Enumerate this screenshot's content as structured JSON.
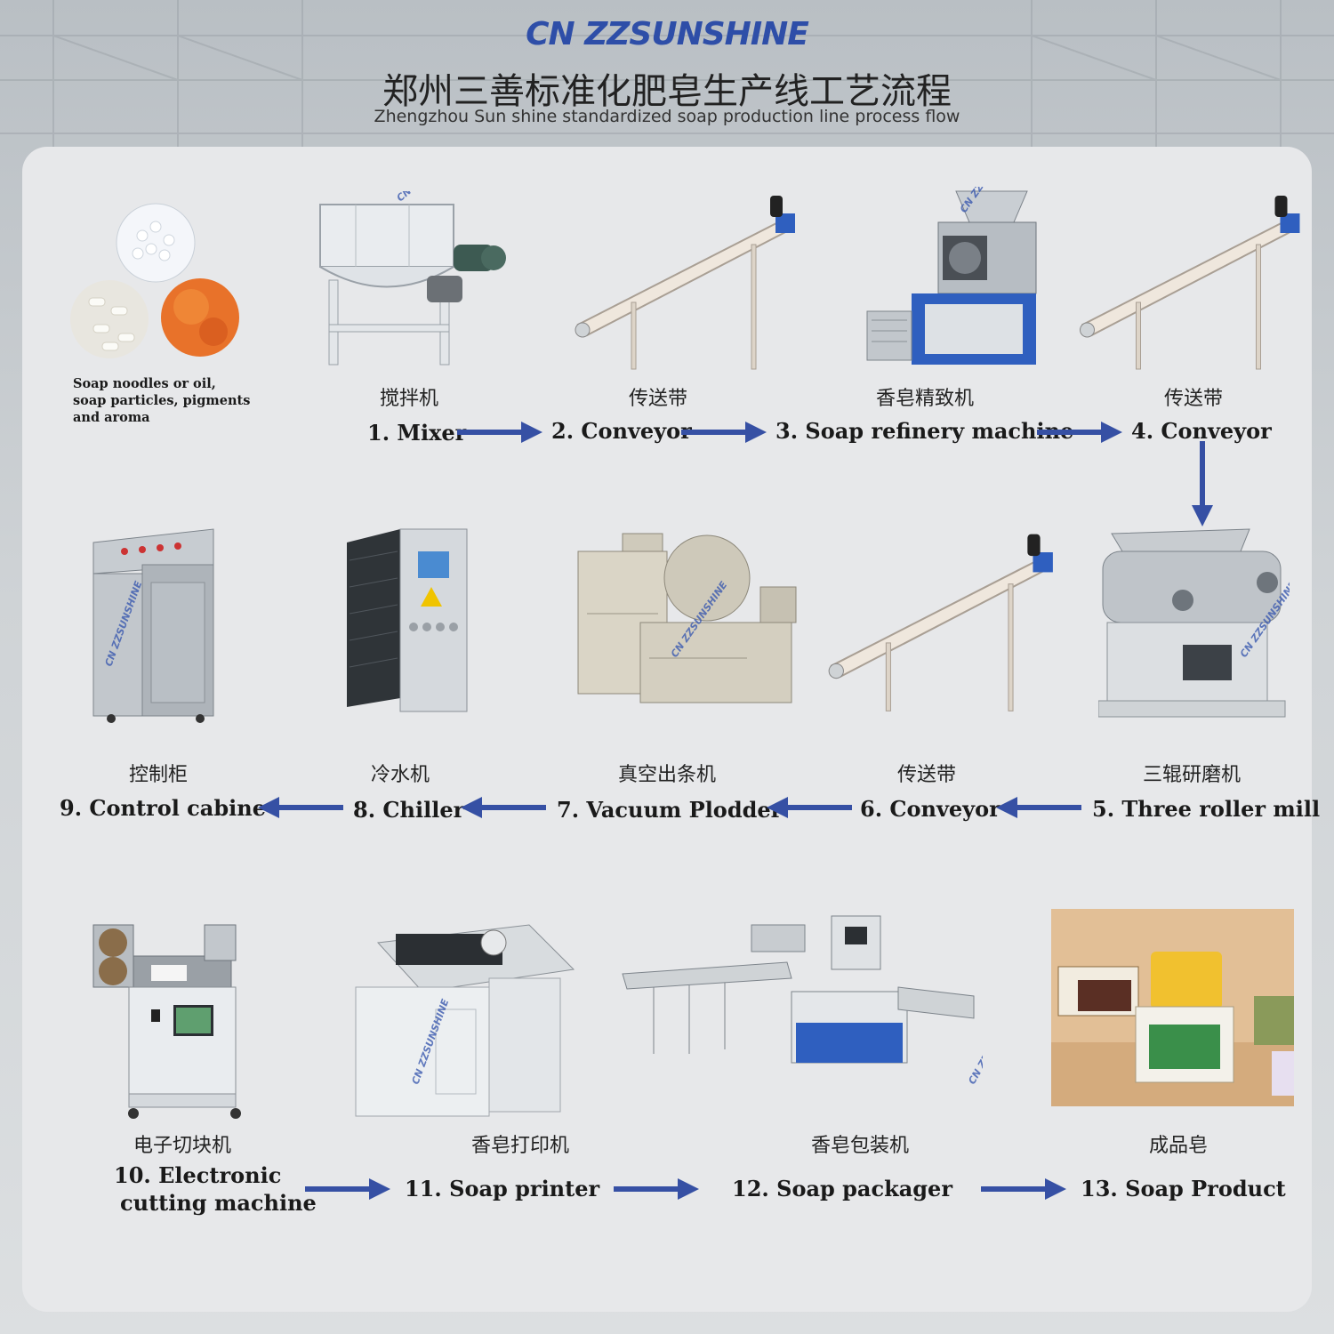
{
  "header": {
    "logo": "CN ZZSUNSHINE",
    "title_cn": "郑州三善标准化肥皂生产线工艺流程",
    "title_en": "Zhengzhou Sun shine standardized soap production line process flow"
  },
  "raw_materials": {
    "label": "Soap noodles or oil, soap particles, pigments and aroma",
    "icon": "raw-materials-photo"
  },
  "watermark": "CN ZZSUNSHINE",
  "steps": [
    {
      "cn": "搅拌机",
      "en": "1. Mixer",
      "icon": "mixer-machine-icon"
    },
    {
      "cn": "传送带",
      "en": "2. Conveyor",
      "icon": "conveyor-icon"
    },
    {
      "cn": "香皂精致机",
      "en": "3. Soap refinery machine",
      "icon": "refinery-machine-icon"
    },
    {
      "cn": "传送带",
      "en": "4. Conveyor",
      "icon": "conveyor-icon"
    },
    {
      "cn": "三辊研磨机",
      "en": "5. Three roller mill",
      "icon": "roller-mill-icon"
    },
    {
      "cn": "传送带",
      "en": "6. Conveyor",
      "icon": "conveyor-icon"
    },
    {
      "cn": "真空出条机",
      "en": "7. Vacuum Plodder",
      "icon": "plodder-machine-icon"
    },
    {
      "cn": "冷水机",
      "en": "8. Chiller",
      "icon": "chiller-icon"
    },
    {
      "cn": "控制柜",
      "en": "9. Control cabine",
      "icon": "control-cabinet-icon"
    },
    {
      "cn": "电子切块机",
      "en_line1": "10. Electronic",
      "en_line2": "cutting machine",
      "icon": "cutting-machine-icon"
    },
    {
      "cn": "香皂打印机",
      "en": "11. Soap printer",
      "icon": "soap-printer-icon"
    },
    {
      "cn": "香皂包装机",
      "en": "12. Soap packager",
      "icon": "soap-packager-icon"
    },
    {
      "cn": "成品皂",
      "en": "13. Soap Product",
      "icon": "soap-product-photo"
    }
  ],
  "colors": {
    "arrow": "#3650a4",
    "logo": "#2e4ea8",
    "panel": "#e7e8ea",
    "machine_blue": "#2f5fbf"
  }
}
